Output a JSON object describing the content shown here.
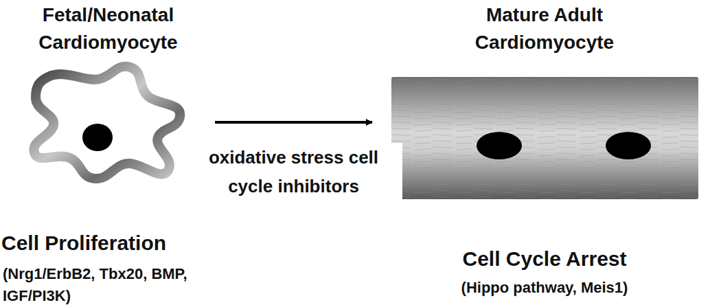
{
  "diagram": {
    "nodes": [
      {
        "text": [
          "Fetal/Neonatal Cardiomyocyte",
          "Cell Proliferation",
          "(Nrg1/ErbB2, Tbx20, BMP, IGF/PI3K)"
        ]
      },
      {
        "text": [
          "Mature Adult Cardiomyocyte",
          "Cell Cycle Arrest",
          "(Hippo pathway, Meis1)"
        ]
      }
    ],
    "edges": [
      {
        "from": 0,
        "to": 1,
        "arrow": "to",
        "label": "oxidative stress cell cycle inhibitors"
      }
    ]
  }
}
